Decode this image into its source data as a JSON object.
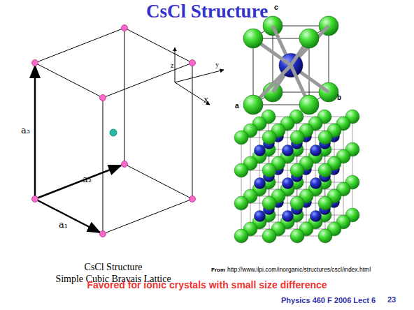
{
  "diagram": {
    "title": "CsCl Structure",
    "caption": "Favored for ionic crystals with small size difference",
    "labels": [
      "z",
      "y",
      "X",
      "a₃",
      "a₂",
      "a₁",
      "c",
      "b",
      "a",
      "CsCl Structure",
      "Simple Cubic Bravais Lattice",
      "From",
      "http://www.ilpi.com/inorganic/structures/cscl/index.html",
      "Physics 460 F 2006 Lect 6",
      "23"
    ]
  }
}
